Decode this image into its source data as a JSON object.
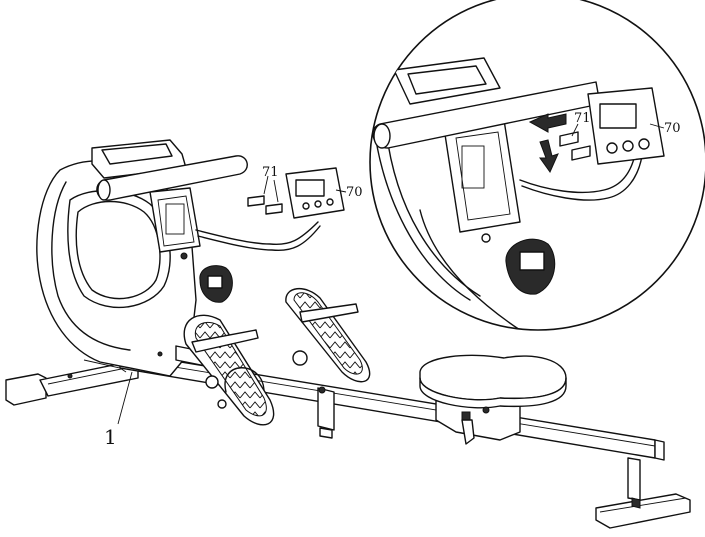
{
  "labels": {
    "main_frame": "1",
    "batteries_main": "71",
    "console_main": "70",
    "batteries_detail": "71",
    "console_detail": "70"
  }
}
